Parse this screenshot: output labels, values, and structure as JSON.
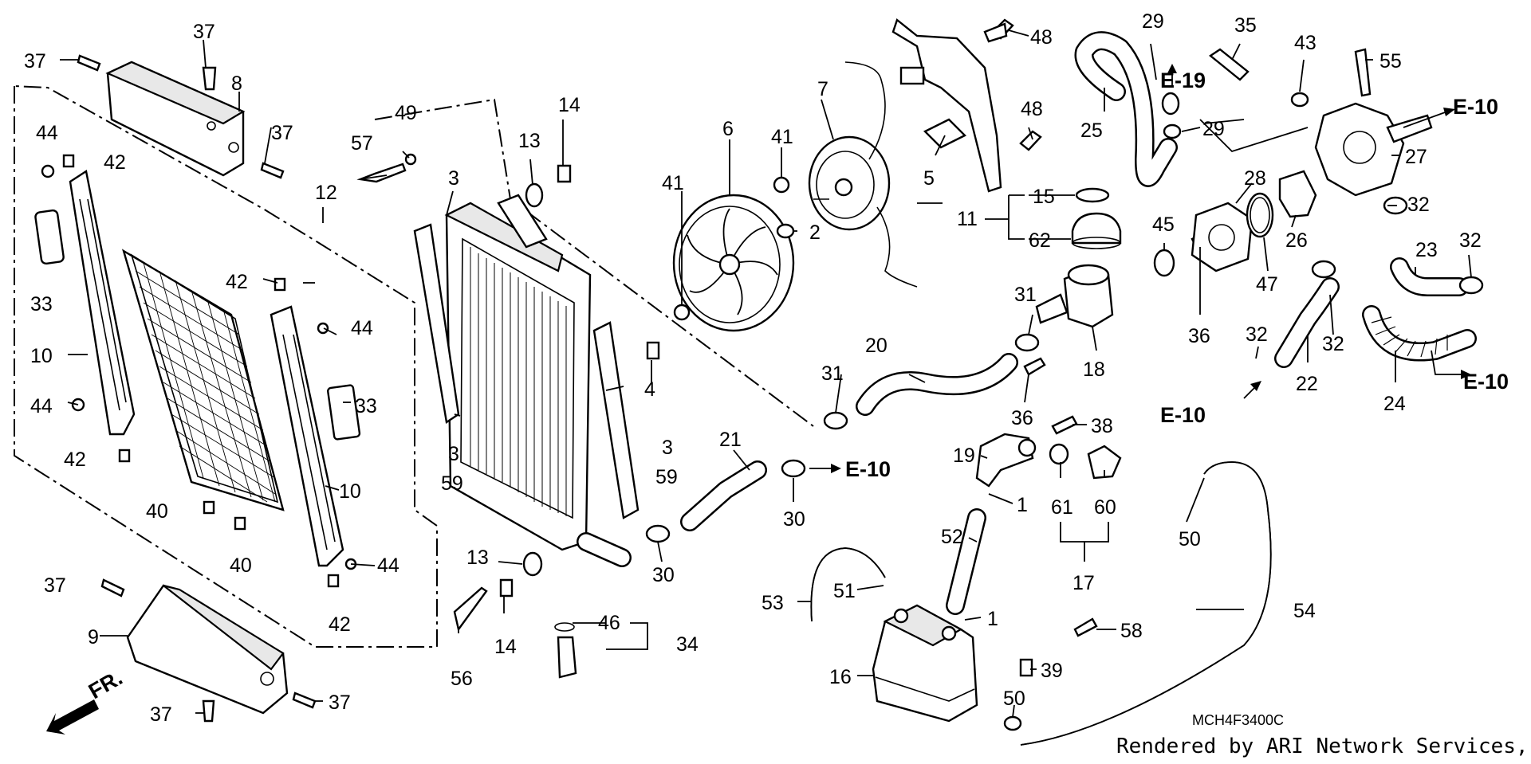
{
  "diagram": {
    "code": "MCH4F3400C",
    "credit": "Rendered by ARI Network Services, Inc.",
    "direction_label": "FR.",
    "references": [
      "E-19",
      "E-10",
      "E-10",
      "E-10",
      "E-10"
    ],
    "callouts": [
      "37",
      "37",
      "8",
      "37",
      "44",
      "42",
      "12",
      "33",
      "10",
      "44",
      "42",
      "40",
      "40",
      "10",
      "44",
      "42",
      "42",
      "44",
      "33",
      "37",
      "9",
      "37",
      "37",
      "57",
      "49",
      "3",
      "3",
      "59",
      "13",
      "14",
      "13",
      "14",
      "56",
      "46",
      "34",
      "3",
      "59",
      "6",
      "7",
      "41",
      "41",
      "2",
      "4",
      "21",
      "30",
      "30",
      "48",
      "48",
      "5",
      "25",
      "29",
      "29",
      "11",
      "15",
      "62",
      "20",
      "31",
      "31",
      "36",
      "18",
      "38",
      "19",
      "1",
      "61",
      "60",
      "17",
      "52",
      "51",
      "53",
      "1",
      "16",
      "58",
      "39",
      "50",
      "54",
      "50",
      "35",
      "43",
      "55",
      "27",
      "28",
      "26",
      "45",
      "47",
      "36",
      "32",
      "23",
      "32",
      "22",
      "32",
      "32",
      "24"
    ]
  }
}
